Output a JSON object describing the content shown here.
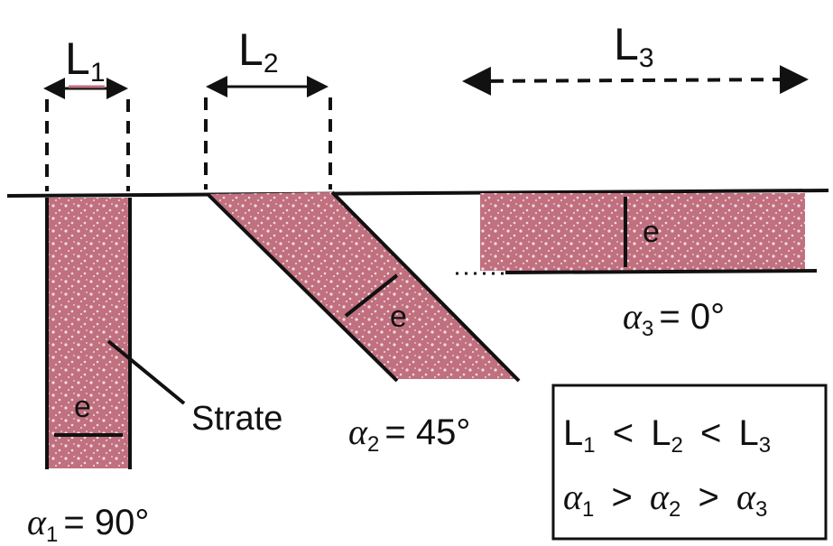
{
  "labels": {
    "l1": "L",
    "l1_sub": "1",
    "l2": "L",
    "l2_sub": "2",
    "l3": "L",
    "l3_sub": "3",
    "e": "e",
    "strate": "Strate",
    "alpha1": "α",
    "alpha1_sub": "1",
    "alpha1_val": "= 90°",
    "alpha2": "α",
    "alpha2_sub": "2",
    "alpha2_val": "= 45°",
    "alpha3": "α",
    "alpha3_sub": "3",
    "alpha3_val": "= 0°"
  },
  "box": {
    "line1": [
      "L",
      "1",
      "<",
      "L",
      "2",
      "<",
      "L",
      "3"
    ],
    "line2": [
      "α",
      "1",
      ">",
      "α",
      "2",
      ">",
      "α",
      "3"
    ]
  },
  "colors": {
    "stratum_fill": "#c0707f",
    "stratum_speckle": "#f2dde2",
    "ink": "#111111"
  }
}
